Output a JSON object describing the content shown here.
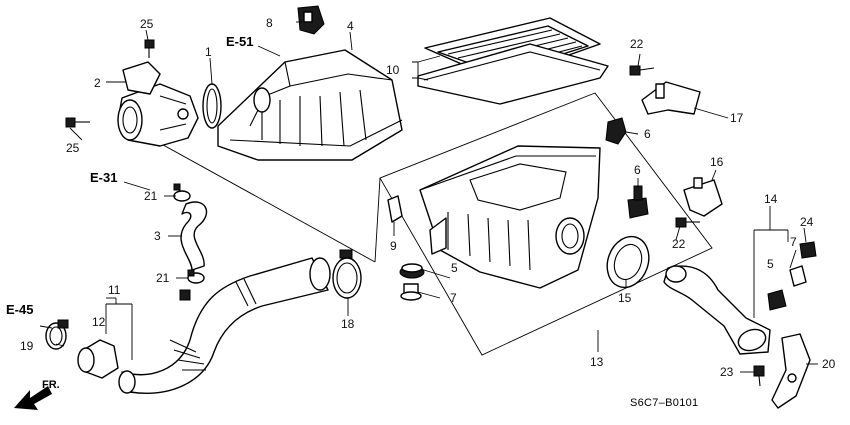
{
  "callouts": {
    "c1": "1",
    "c2": "2",
    "c3": "3",
    "c4": "4",
    "c5a": "5",
    "c5b": "5",
    "c6a": "6",
    "c6b": "6",
    "c7a": "7",
    "c7b": "7",
    "c8": "8",
    "c9": "9",
    "c10": "10",
    "c11": "11",
    "c12": "12",
    "c13": "13",
    "c14": "14",
    "c15": "15",
    "c16": "16",
    "c17": "17",
    "c18": "18",
    "c19": "19",
    "c20": "20",
    "c21a": "21",
    "c21b": "21",
    "c22a": "22",
    "c22b": "22",
    "c23": "23",
    "c24": "24",
    "c25a": "25",
    "c25b": "25"
  },
  "refs": {
    "e51": "E-51",
    "e31": "E-31",
    "e45": "E-45"
  },
  "direction": "FR.",
  "diagram_code": "S6C7–B0101"
}
